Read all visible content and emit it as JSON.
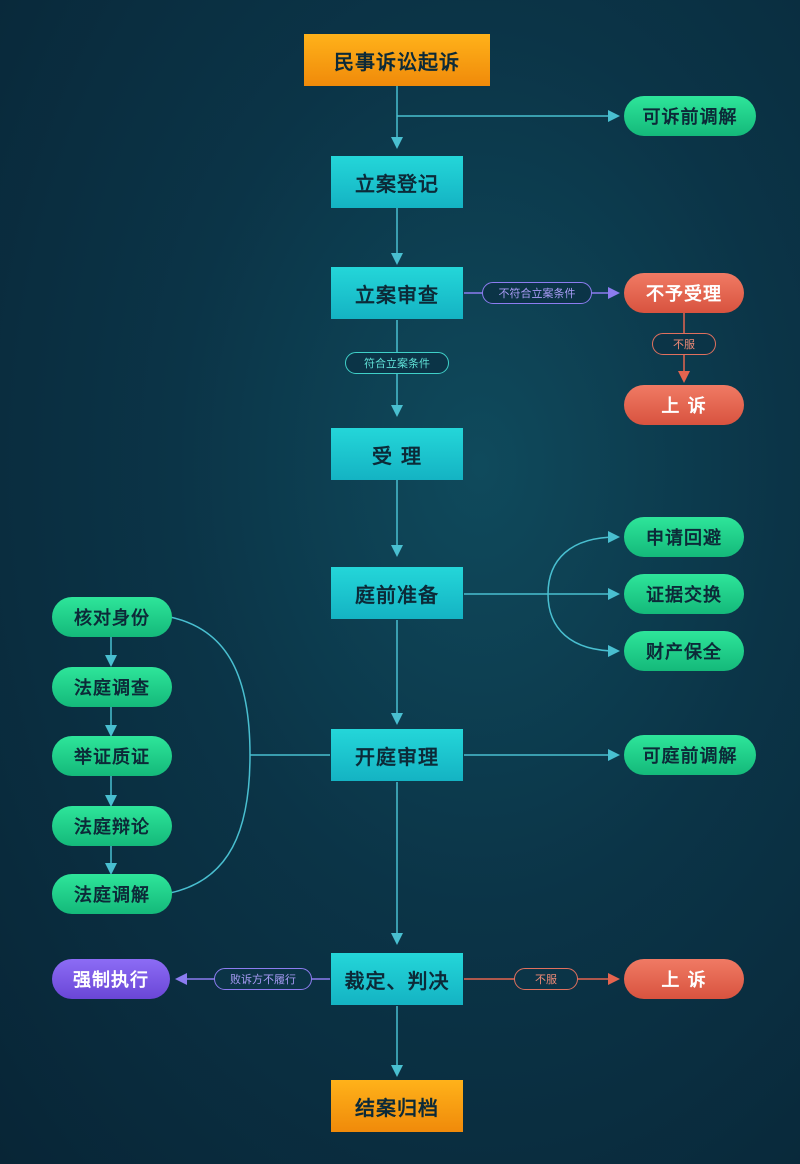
{
  "nodes": {
    "start": "民事诉讼起诉",
    "pre_mediation": "可诉前调解",
    "register": "立案登记",
    "review": "立案审查",
    "reject": "不予受理",
    "appeal_1": "上 诉",
    "accept": "受 理",
    "prepare": "庭前准备",
    "recusal": "申请回避",
    "evidence_exchange": "证据交换",
    "property_preservation": "财产保全",
    "trial": "开庭审理",
    "court_mediation": "可庭前调解",
    "verdict": "裁定、判决",
    "enforce": "强制执行",
    "appeal_2": "上 诉",
    "archive": "结案归档"
  },
  "trial_steps": [
    "核对身份",
    "法庭调查",
    "举证质证",
    "法庭辩论",
    "法庭调解"
  ],
  "tags": {
    "not_eligible": "不符合立案条件",
    "eligible": "符合立案条件",
    "dissatisfied_1": "不服",
    "loser_not_comply": "败诉方不履行",
    "dissatisfied_2": "不服"
  },
  "colors": {
    "main": "#1fc6d0",
    "start_end": "#f5a312",
    "branch_green": "#20d08a",
    "branch_red": "#e5644f",
    "enforce_purple": "#7a58e6",
    "line": "#49bfd0"
  }
}
